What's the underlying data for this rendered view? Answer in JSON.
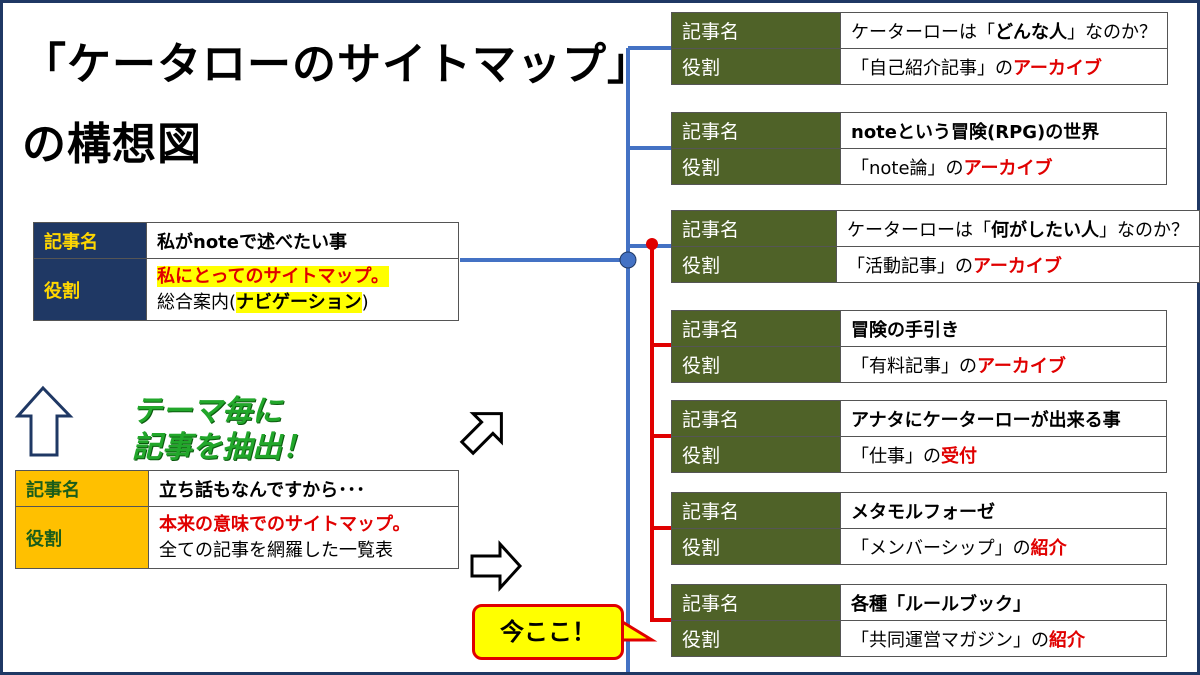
{
  "title": {
    "line1": "「ケータローのサイトマップ」",
    "line2": "の構想図"
  },
  "row_label": {
    "name": "記事名",
    "role": "役割"
  },
  "left_top": {
    "name": "私がnoteで述べたい事",
    "role_line1": "私にとってのサイトマップ。",
    "role_line2_pre": "総合案内(",
    "role_line2_bold": "ナビゲーション",
    "role_line2_post": ")"
  },
  "theme_text": {
    "line1": "テーマ毎に",
    "line2": "記事を抽出！"
  },
  "left_bottom": {
    "name": "立ち話もなんですから･･･",
    "role_line1": "本来の意味でのサイトマップ。",
    "role_line2": "全ての記事を網羅した一覧表"
  },
  "callout": "今ここ！",
  "right_cards": [
    {
      "name": [
        {
          "t": "ケーターローは「"
        },
        {
          "t": "どんな人",
          "b": true
        },
        {
          "t": "」なのか？"
        }
      ],
      "role": [
        {
          "t": "「自己紹介記事」の"
        },
        {
          "t": "アーカイブ",
          "r": true
        }
      ]
    },
    {
      "name": [
        {
          "t": "noteという冒険(RPG)の世界",
          "b": true
        }
      ],
      "role": [
        {
          "t": "「note論」の"
        },
        {
          "t": "アーカイブ",
          "r": true
        }
      ]
    },
    {
      "name": [
        {
          "t": "ケーターローは「"
        },
        {
          "t": "何がしたい人",
          "b": true
        },
        {
          "t": "」なのか？"
        }
      ],
      "role": [
        {
          "t": "「活動記事」の"
        },
        {
          "t": "アーカイブ",
          "r": true
        }
      ]
    },
    {
      "name": [
        {
          "t": "冒険の手引き",
          "b": true
        }
      ],
      "role": [
        {
          "t": "「有料記事」の"
        },
        {
          "t": "アーカイブ",
          "r": true
        }
      ]
    },
    {
      "name": [
        {
          "t": "アナタにケーターローが出来る事",
          "b": true
        }
      ],
      "role": [
        {
          "t": "「仕事」の"
        },
        {
          "t": "受付",
          "r": true
        }
      ]
    },
    {
      "name": [
        {
          "t": "メタモルフォーゼ",
          "b": true
        }
      ],
      "role": [
        {
          "t": "「メンバーシップ」の"
        },
        {
          "t": "紹介",
          "r": true
        }
      ]
    },
    {
      "name": [
        {
          "t": "各種「ルールブック」",
          "b": true
        }
      ],
      "role": [
        {
          "t": "「共同運営マガジン」の"
        },
        {
          "t": "紹介",
          "r": true
        }
      ]
    }
  ],
  "colors": {
    "blue_line": "#4472c4",
    "red_line": "#e00000",
    "green_header": "#4f6228",
    "navy_header": "#1f3864",
    "orange_header": "#ffc000"
  }
}
